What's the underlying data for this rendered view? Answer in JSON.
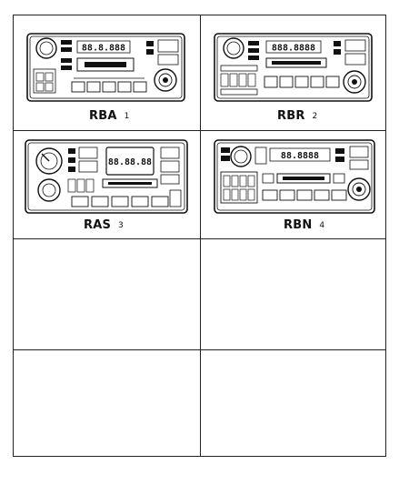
{
  "diagram": {
    "panels": [
      {
        "code": "RBA",
        "index": "1",
        "display": "88.8.888"
      },
      {
        "code": "RBR",
        "index": "2",
        "display": "888.8888"
      },
      {
        "code": "RAS",
        "index": "3",
        "display": "88.88.88"
      },
      {
        "code": "RBN",
        "index": "4",
        "display": "88.8888"
      }
    ]
  }
}
